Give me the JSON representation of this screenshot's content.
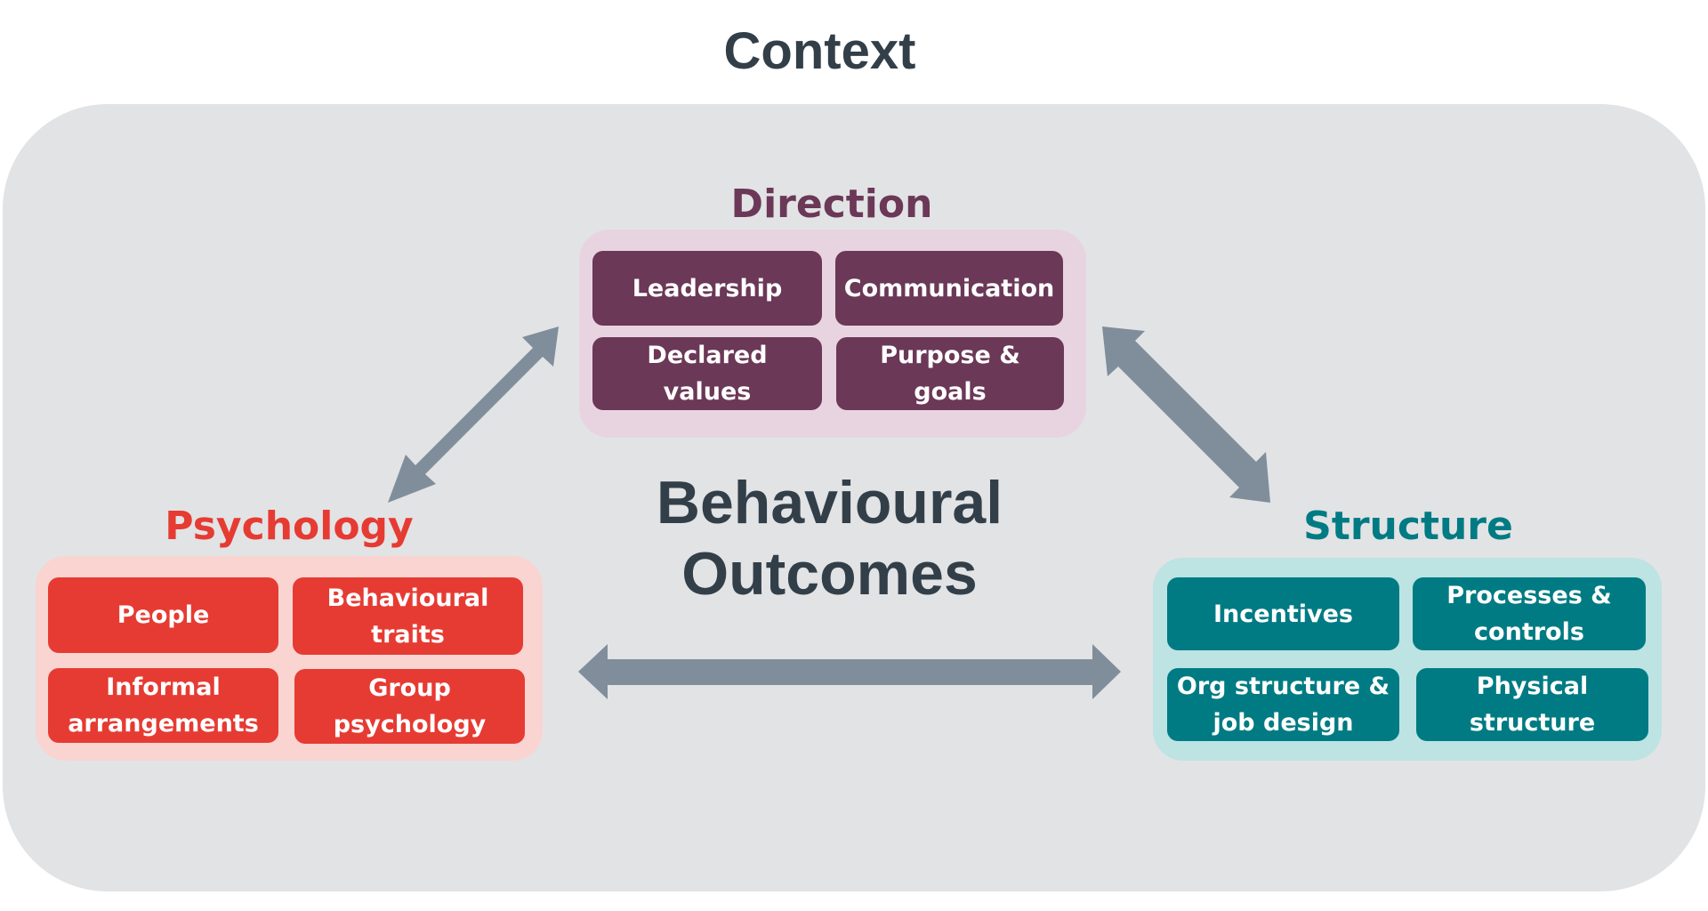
{
  "context": {
    "title": "Context"
  },
  "center": {
    "line1": "Behavioural",
    "line2": "Outcomes"
  },
  "direction": {
    "label": "Direction",
    "items": [
      "Leadership",
      "Communication",
      "Declared values",
      "Purpose & goals"
    ]
  },
  "psychology": {
    "label": "Psychology",
    "items": [
      "People",
      "Behavioural\ntraits",
      "Informal\narrangements",
      "Group\npsychology"
    ]
  },
  "structure": {
    "label": "Structure",
    "items": [
      "Incentives",
      "Processes &\ncontrols",
      "Org structure &\njob design",
      "Physical\nstructure"
    ]
  },
  "colors": {
    "direction": "#6b3857",
    "psychology": "#e63b33",
    "structure": "#007b83",
    "arrow": "#7f8e9a",
    "context_bg": "#e2e3e5"
  },
  "arrows": [
    {
      "name": "arrow-direction-psychology",
      "from": "direction",
      "to": "psychology"
    },
    {
      "name": "arrow-direction-structure",
      "from": "direction",
      "to": "structure"
    },
    {
      "name": "arrow-psychology-structure",
      "from": "psychology",
      "to": "structure"
    }
  ]
}
